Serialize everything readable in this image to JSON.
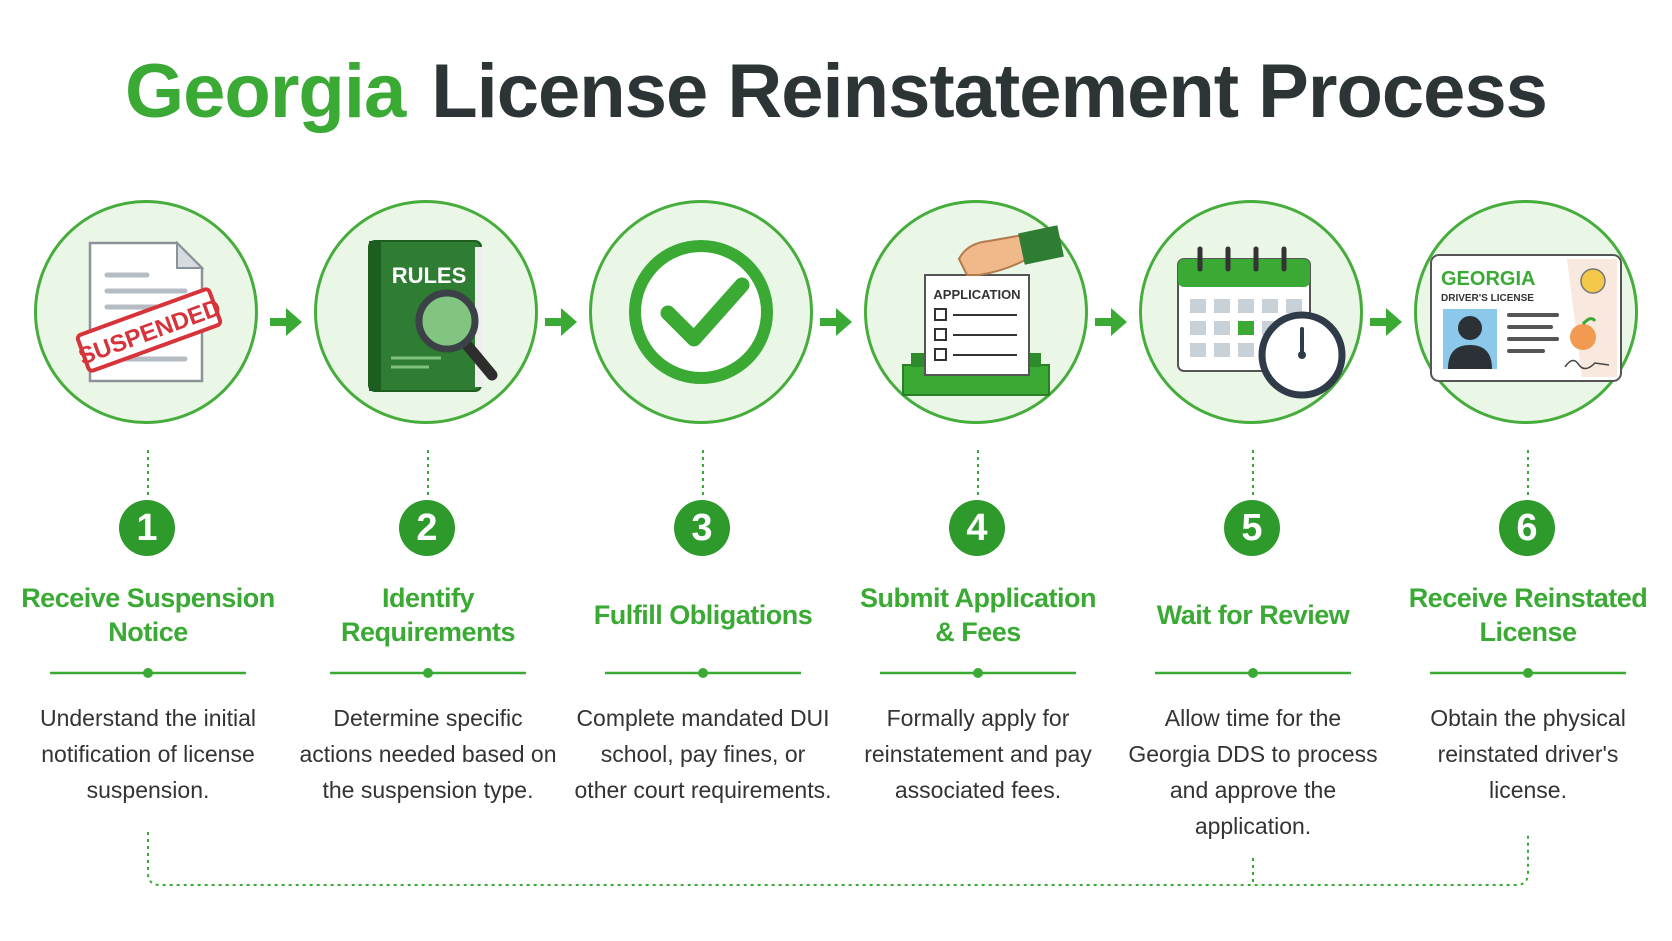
{
  "title": {
    "green": "Georgia",
    "dark": "License Reinstatement Process"
  },
  "colors": {
    "accent": "#3aaa35",
    "dark_green": "#2e9a2b",
    "circle_fill": "#eaf6e6",
    "title_dark": "#2d3436"
  },
  "steps": [
    {
      "number": "1",
      "heading": "Receive Suspension Notice",
      "description": "Understand the initial notification of license suspension.",
      "icon": "suspended-document-icon",
      "stamp": "SUSPENDED"
    },
    {
      "number": "2",
      "heading": "Identify Requirements",
      "description": "Determine specific actions needed based on the suspension type.",
      "icon": "rules-book-magnifier-icon",
      "book_label": "RULES"
    },
    {
      "number": "3",
      "heading": "Fulfill Obligations",
      "description": "Complete mandated DUI school, pay fines, or other court requirements.",
      "icon": "checkmark-icon"
    },
    {
      "number": "4",
      "heading": "Submit Application & Fees",
      "description": "Formally apply for reinstatement and pay associated fees.",
      "icon": "application-submission-icon",
      "form_label": "APPLICATION"
    },
    {
      "number": "5",
      "heading": "Wait for Review",
      "description": "Allow time for the Georgia DDS to process and approve the application.",
      "icon": "calendar-clock-icon"
    },
    {
      "number": "6",
      "heading": "Receive Reinstated License",
      "description": "Obtain the physical reinstated driver's license.",
      "icon": "drivers-license-icon",
      "card_title": "GEORGIA",
      "card_subtitle": "DRIVER'S LICENSE"
    }
  ]
}
